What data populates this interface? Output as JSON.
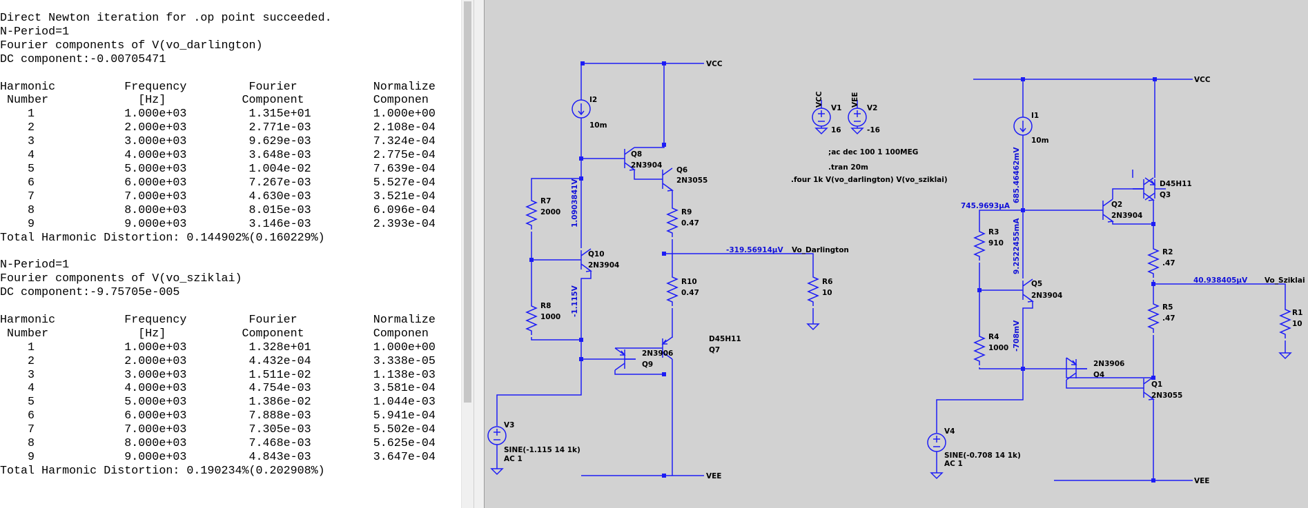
{
  "log": {
    "lines": [
      "Direct Newton iteration for .op point succeeded.",
      "N-Period=1",
      "Fourier components of V(vo_darlington)",
      "DC component:-0.00705471",
      "",
      "Harmonic          Frequency         Fourier           Normalize",
      " Number             [Hz]           Component          Componen",
      "    1             1.000e+03         1.315e+01         1.000e+00",
      "    2             2.000e+03         2.771e-03         2.108e-04",
      "    3             3.000e+03         9.629e-03         7.324e-04",
      "    4             4.000e+03         3.648e-03         2.775e-04",
      "    5             5.000e+03         1.004e-02         7.639e-04",
      "    6             6.000e+03         7.267e-03         5.527e-04",
      "    7             7.000e+03         4.630e-03         3.521e-04",
      "    8             8.000e+03         8.015e-03         6.096e-04",
      "    9             9.000e+03         3.146e-03         2.393e-04",
      "Total Harmonic Distortion: 0.144902%(0.160229%)",
      "",
      "N-Period=1",
      "Fourier components of V(vo_sziklai)",
      "DC component:-9.75705e-005",
      "",
      "Harmonic          Frequency         Fourier           Normalize",
      " Number             [Hz]           Component          Componen",
      "    1             1.000e+03         1.328e+01         1.000e+00",
      "    2             2.000e+03         4.432e-04         3.338e-05",
      "    3             3.000e+03         1.511e-02         1.138e-03",
      "    4             4.000e+03         4.754e-03         3.581e-04",
      "    5             5.000e+03         1.386e-02         1.044e-03",
      "    6             6.000e+03         7.888e-03         5.941e-04",
      "    7             7.000e+03         7.305e-03         5.502e-04",
      "    8             8.000e+03         7.468e-03         5.625e-04",
      "    9             9.000e+03         4.843e-03         3.647e-04",
      "Total Harmonic Distortion: 0.190234%(0.202908%)"
    ]
  },
  "schematic": {
    "nets": {
      "vcc": "VCC",
      "vee": "VEE",
      "vo_darlington": "Vo_Darlington",
      "vo_sziklai": "Vo_Sziklai"
    },
    "voltages": {
      "darl_base": "1.0903841V",
      "darl_q10": "-1.115V",
      "darl_out": "-319.56914µV",
      "szik_i": "745.9693µA",
      "szik_v1": "685.46462mV",
      "szik_i2": "9.2522455mA",
      "szik_v2": "-708mV",
      "szik_out": "40.938405µV"
    },
    "components": {
      "I2": {
        "name": "I2",
        "value": "10m"
      },
      "I1": {
        "name": "I1",
        "value": "10m"
      },
      "V1": {
        "name": "V1",
        "value": "16",
        "net": "VCC"
      },
      "V2": {
        "name": "V2",
        "value": "-16",
        "net": "VEE"
      },
      "R7": {
        "name": "R7",
        "value": "2000"
      },
      "R8": {
        "name": "R8",
        "value": "1000"
      },
      "R9": {
        "name": "R9",
        "value": "0.47"
      },
      "R10": {
        "name": "R10",
        "value": "0.47"
      },
      "R6": {
        "name": "R6",
        "value": "10"
      },
      "R3": {
        "name": "R3",
        "value": "910"
      },
      "R4": {
        "name": "R4",
        "value": "1000"
      },
      "R2": {
        "name": "R2",
        "value": ".47"
      },
      "R5": {
        "name": "R5",
        "value": ".47"
      },
      "R1": {
        "name": "R1",
        "value": "10"
      },
      "Q8": {
        "name": "Q8",
        "model": "2N3904"
      },
      "Q6": {
        "name": "Q6",
        "model": "2N3055"
      },
      "Q10": {
        "name": "Q10",
        "model": "2N3904"
      },
      "Q9": {
        "name": "Q9",
        "model": "2N3906"
      },
      "Q7": {
        "name": "Q7",
        "model": "D45H11"
      },
      "Q2": {
        "name": "Q2",
        "model": "2N3904"
      },
      "Q3": {
        "name": "Q3",
        "model": "D45H11"
      },
      "Q5": {
        "name": "Q5",
        "model": "2N3904"
      },
      "Q4": {
        "name": "Q4",
        "model": "2N3906"
      },
      "Q1": {
        "name": "Q1",
        "model": "2N3055"
      },
      "V3": {
        "name": "V3",
        "value": "SINE(-1.115 14 1k)",
        "ac": "AC 1"
      },
      "V4": {
        "name": "V4",
        "value": "SINE(-0.708 14 1k)",
        "ac": "AC 1"
      }
    },
    "directives": [
      ";ac dec 100 1 100MEG",
      ".tran 20m",
      ".four 1k V(vo_darlington) V(vo_sziklai)"
    ]
  }
}
